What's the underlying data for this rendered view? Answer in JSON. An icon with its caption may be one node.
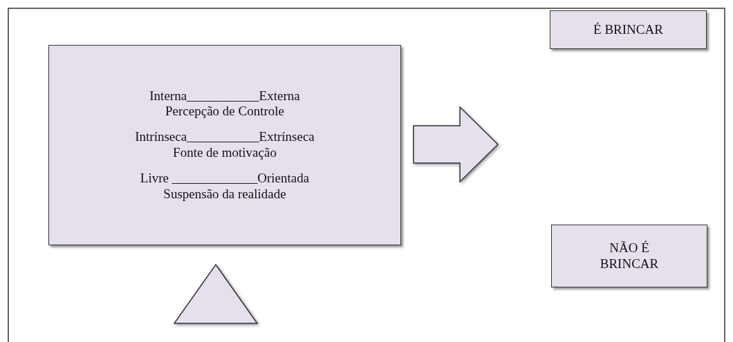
{
  "diagram": {
    "nodes": [
      {
        "text": [
          "Interna___________Externa",
          "Percepção de Controle",
          "Intrínseca___________Extrínseca",
          "Fonte de motivação",
          "Livre _____________Orientada",
          "Suspensão da realidade"
        ]
      },
      {
        "text": [],
        "shape": "arrow"
      },
      {
        "text": [
          "É BRINCAR"
        ]
      },
      {
        "text": [
          "NÃO É BRINCAR"
        ]
      },
      {
        "text": [],
        "shape": "triangle"
      }
    ],
    "edges": []
  }
}
